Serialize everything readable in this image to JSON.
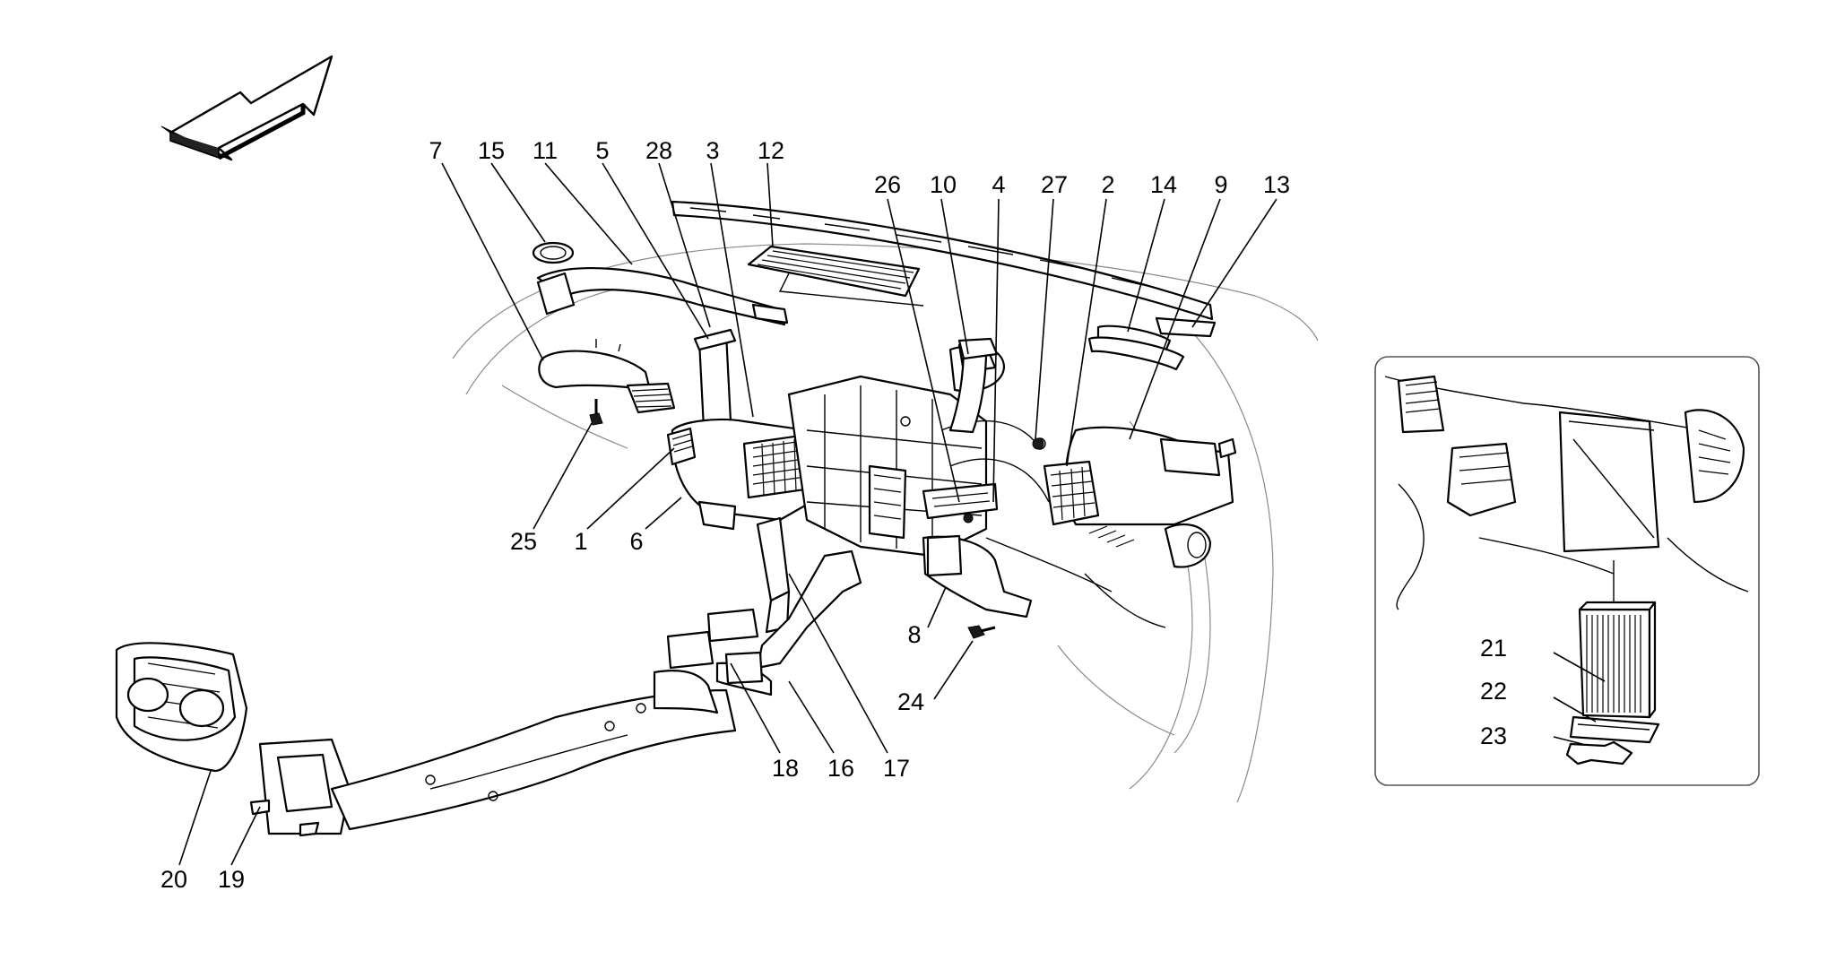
{
  "labels": {
    "p1": "1",
    "p2": "2",
    "p3": "3",
    "p4": "4",
    "p5": "5",
    "p6": "6",
    "p7": "7",
    "p8": "8",
    "p9": "9",
    "p10": "10",
    "p11": "11",
    "p12": "12",
    "p13": "13",
    "p14": "14",
    "p15": "15",
    "p16": "16",
    "p17": "17",
    "p18": "18",
    "p19": "19",
    "p20": "20",
    "p21": "21",
    "p22": "22",
    "p23": "23",
    "p24": "24",
    "p25": "25",
    "p26": "26",
    "p27": "27",
    "p28": "28"
  },
  "colors": {
    "line": "#000000",
    "background": "#ffffff",
    "faint_line": "#8a8a8a",
    "inset_border": "#555555"
  }
}
